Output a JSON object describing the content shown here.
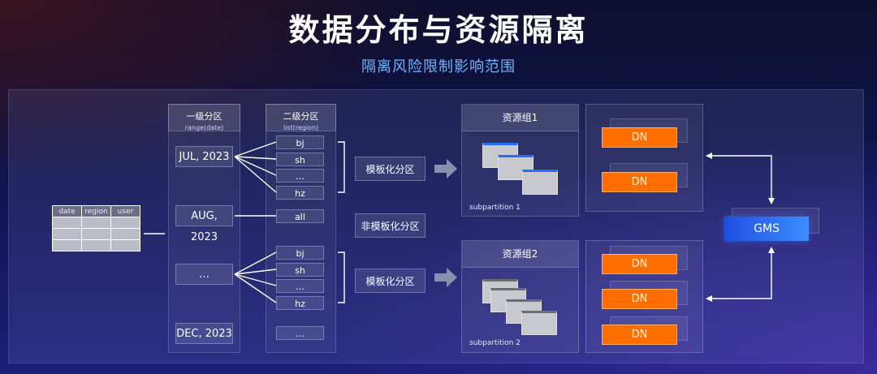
{
  "title": "数据分布与资源隔离",
  "subtitle": "隔离风险限制影响范围",
  "table": {
    "headers": [
      "date",
      "region",
      "user"
    ]
  },
  "level1": {
    "title": "一级分区",
    "subtitle": "range(date)",
    "items": [
      "JUL, 2023",
      "AUG, 2023",
      "…",
      "DEC, 2023"
    ]
  },
  "level2": {
    "title": "二级分区",
    "subtitle": "list(region)",
    "group1": [
      "bj",
      "sh",
      "…",
      "hz"
    ],
    "single": "all",
    "group2": [
      "bj",
      "sh",
      "…",
      "hz"
    ],
    "last": "…"
  },
  "modes": {
    "templated_1": "模板化分区",
    "non_templated": "非模板化分区",
    "templated_2": "模板化分区"
  },
  "resource_groups": [
    {
      "name": "资源组1",
      "label": "subpartition 1"
    },
    {
      "name": "资源组2",
      "label": "subpartition 2"
    }
  ],
  "nodes": {
    "dn": "DN",
    "gms": "GMS"
  },
  "colors": {
    "dn": "#ff6f00",
    "gms": "#2a6cf0",
    "subtitle": "#6fb6ff",
    "window_accent_1": "#1f6ef5",
    "window_accent_2": "#6a6d78"
  }
}
